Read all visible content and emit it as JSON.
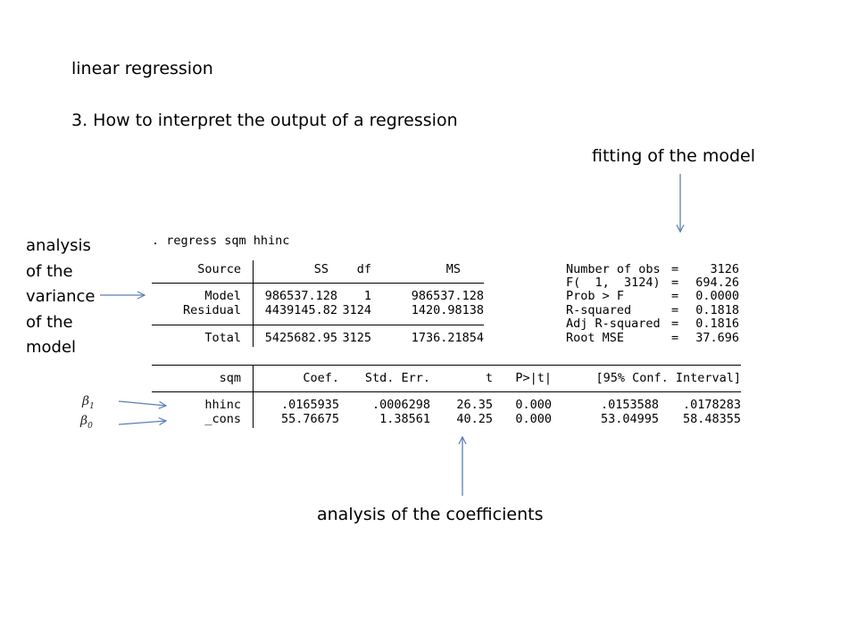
{
  "slide": {
    "header": "linear regression",
    "subheader": "3. How to interpret the output of a regression"
  },
  "callouts": {
    "model_fit": "fitting of the model",
    "variance_lines": [
      "analysis",
      "of the",
      "variance",
      "of the",
      "model"
    ],
    "coefficients": "analysis of the coefficients",
    "beta1": {
      "symbol": "β",
      "sub": "1"
    },
    "beta0": {
      "symbol": "β",
      "sub": "0"
    }
  },
  "output": {
    "command": ". regress sqm hhinc",
    "anova": {
      "headers": [
        "Source",
        "SS",
        "df",
        "MS"
      ],
      "rows": [
        {
          "source": "Model",
          "ss": "986537.128",
          "df": "1",
          "ms": "986537.128"
        },
        {
          "source": "Residual",
          "ss": "4439145.82",
          "df": "3124",
          "ms": "1420.98138"
        }
      ],
      "total": {
        "source": "Total",
        "ss": "5425682.95",
        "df": "3125",
        "ms": "1736.21854"
      }
    },
    "fit_stats": [
      {
        "label": "Number of obs",
        "value": "3126"
      },
      {
        "label": "F(  1,  3124)",
        "value": "694.26"
      },
      {
        "label": "Prob > F",
        "value": "0.0000"
      },
      {
        "label": "R-squared",
        "value": "0.1818"
      },
      {
        "label": "Adj R-squared",
        "value": "0.1816"
      },
      {
        "label": "Root MSE",
        "value": "37.696"
      }
    ],
    "coef_table": {
      "dependent": "sqm",
      "headers": [
        "Coef.",
        "Std. Err.",
        "t",
        "P>|t|",
        "[95% Conf. Interval]"
      ],
      "rows": [
        {
          "var": "hhinc",
          "coef": ".0165935",
          "se": ".0006298",
          "t": "26.35",
          "p": "0.000",
          "lo": ".0153588",
          "hi": ".0178283"
        },
        {
          "var": "_cons",
          "coef": "55.76675",
          "se": "1.38561",
          "t": "40.25",
          "p": "0.000",
          "lo": "53.04995",
          "hi": "58.48355"
        }
      ]
    }
  },
  "colors": {
    "arrow": "#5b7fb4",
    "text": "#000000"
  }
}
